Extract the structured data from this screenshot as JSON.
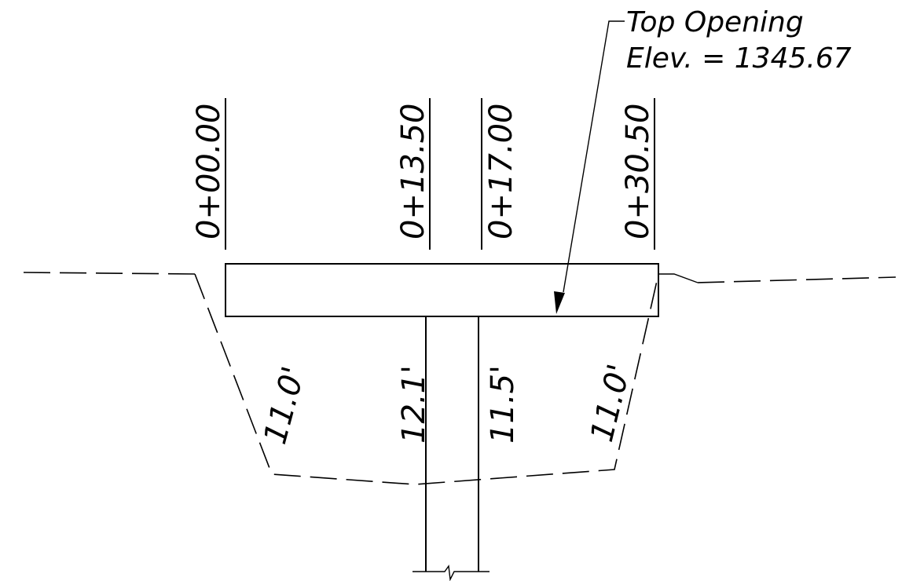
{
  "callout": {
    "line1": "Top Opening",
    "line2": "Elev. = 1345.67"
  },
  "stations": [
    {
      "id": "0",
      "label": "0+00.00"
    },
    {
      "id": "1",
      "label": "0+13.50"
    },
    {
      "id": "2",
      "label": "0+17.00"
    },
    {
      "id": "3",
      "label": "0+30.50"
    }
  ],
  "depths": [
    {
      "id": "0",
      "label": "11.0'"
    },
    {
      "id": "1",
      "label": "12.1'"
    },
    {
      "id": "2",
      "label": "11.5'"
    },
    {
      "id": "3",
      "label": "11.0'"
    }
  ]
}
